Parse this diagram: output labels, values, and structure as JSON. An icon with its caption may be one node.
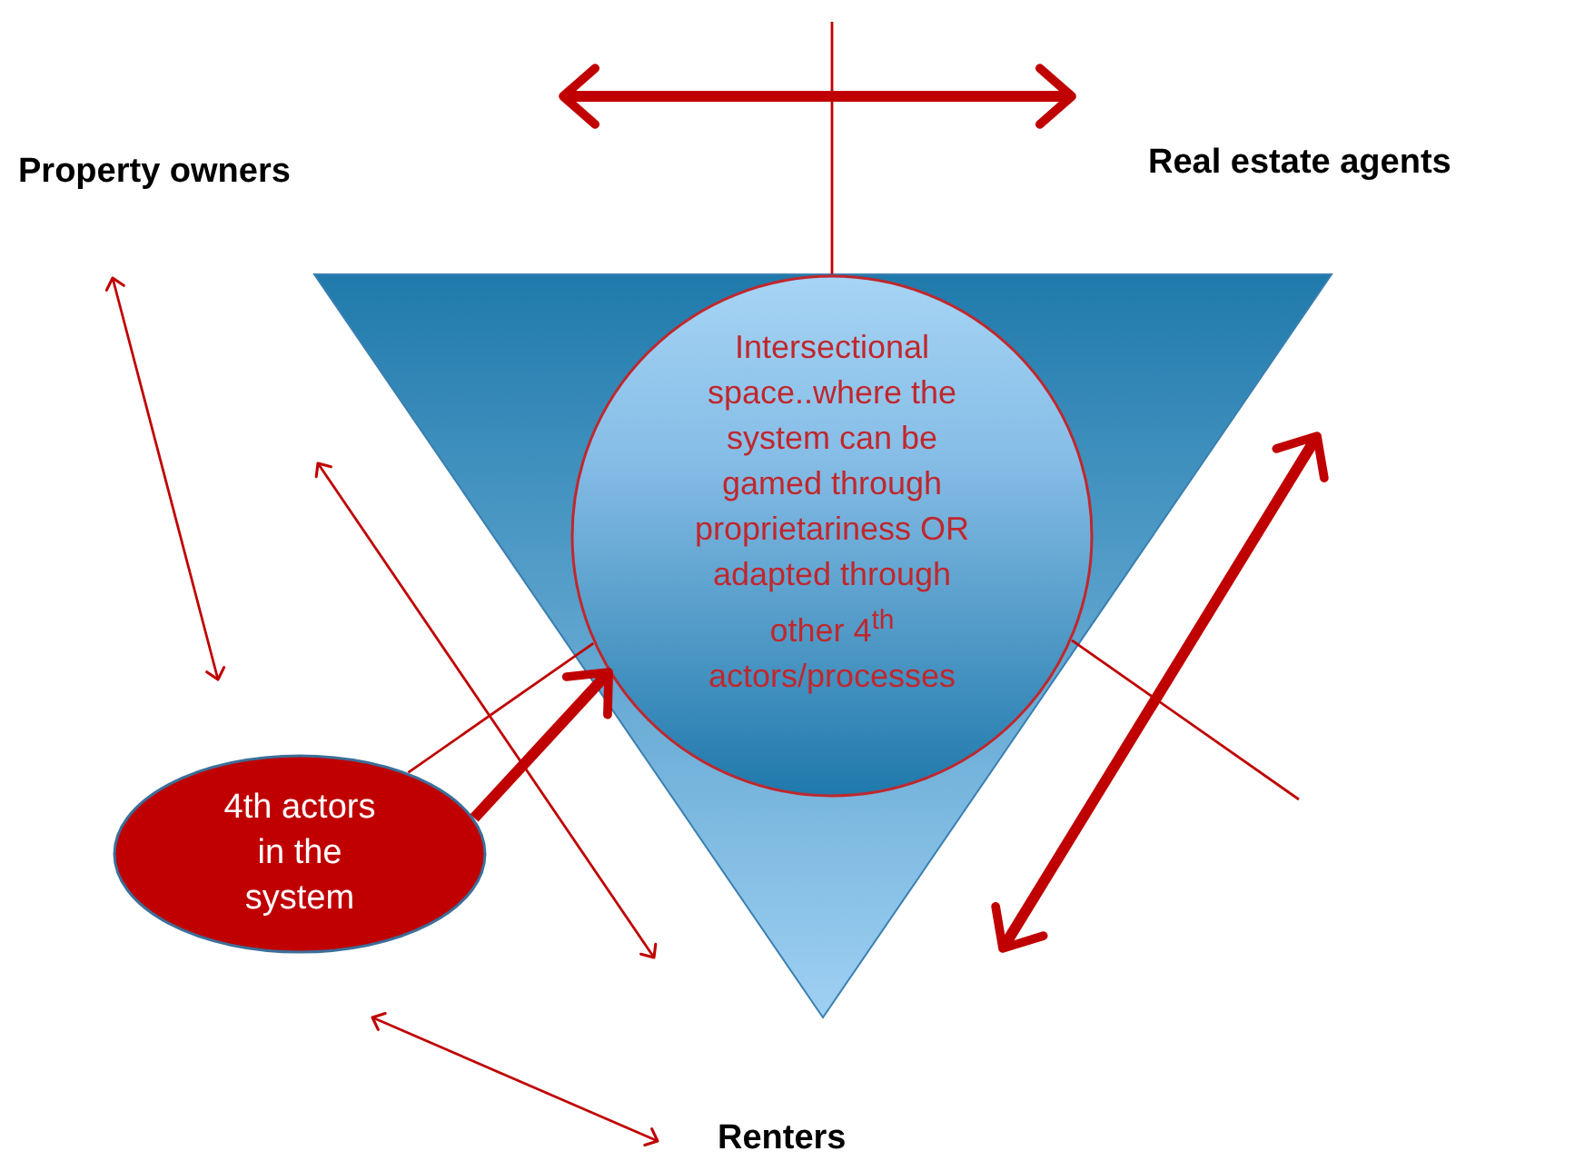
{
  "diagram": {
    "nodes": [
      {
        "text": [
          "Property owners"
        ]
      },
      {
        "text": [
          "Real estate agents"
        ]
      },
      {
        "text": [],
        "shape": "triangle"
      },
      {
        "text": [
          "Intersectional space..where the system can be gamed through proprietariness OR adapted through other 4$^{th}$ actors/processes"
        ],
        "in": 2
      },
      {
        "text": [
          "4th actors in the system"
        ]
      },
      {
        "text": [
          "Renters"
        ]
      }
    ],
    "edges": [
      {
        "from": 3,
        "to": null,
        "arrow": "none"
      },
      {
        "from": 4,
        "to": 3,
        "arrow": "to",
        "style": "thick"
      },
      {
        "from": 4,
        "to": 3,
        "arrow": "none"
      },
      {
        "from": 3,
        "to": null,
        "arrow": "none"
      }
    ]
  }
}
